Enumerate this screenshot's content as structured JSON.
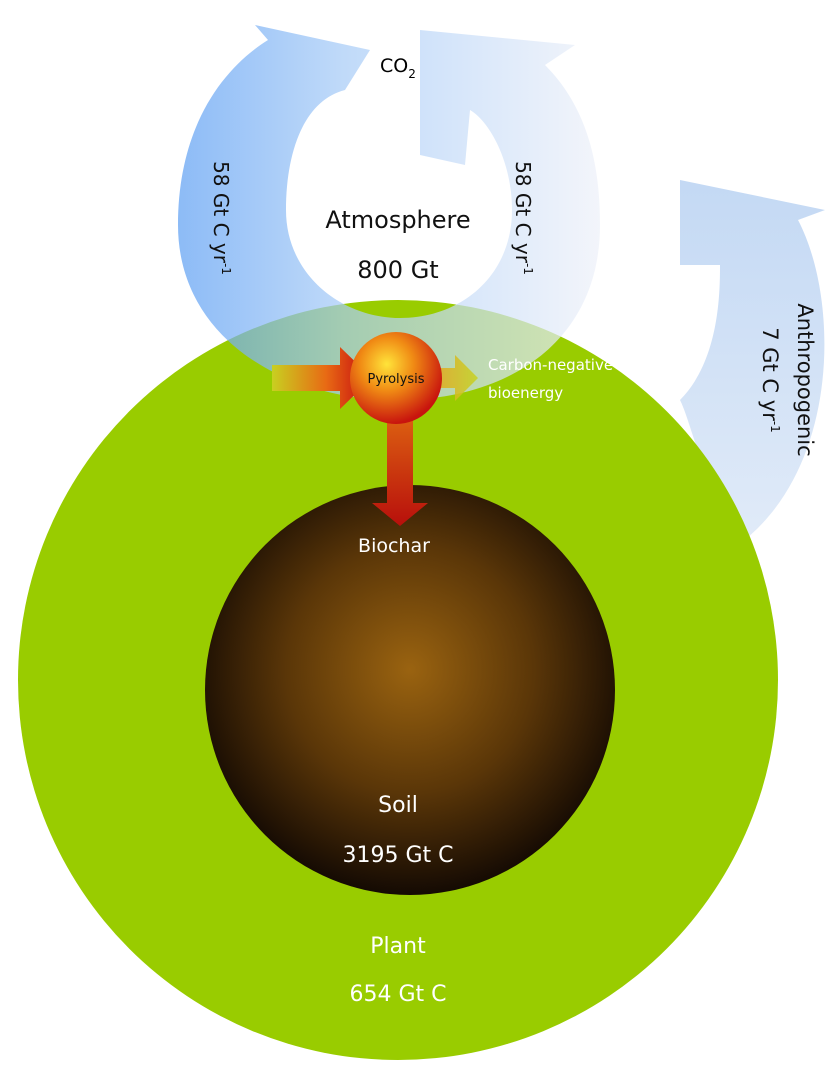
{
  "atmosphere": {
    "name": "Atmosphere",
    "amount": "800 Gt",
    "gas": "CO",
    "gas_subscript": "2"
  },
  "flux_left": {
    "value": "58 Gt C yr",
    "exponent": "-1"
  },
  "flux_right": {
    "value": "58 Gt C yr",
    "exponent": "-1"
  },
  "anthropogenic": {
    "label": "Anthropogenic",
    "value": "7 Gt C yr",
    "exponent": "-1"
  },
  "pyrolysis": {
    "label": "Pyrolysis"
  },
  "bioenergy": {
    "line1": "Carbon-negative",
    "line2": "bioenergy"
  },
  "biochar": {
    "label": "Biochar"
  },
  "soil": {
    "name": "Soil",
    "amount": "3195 Gt C"
  },
  "plant": {
    "name": "Plant",
    "amount": "654 Gt C"
  },
  "colors": {
    "plant": "#99cc00",
    "soil_center": "#9a6310",
    "soil_edge": "#1a0c04",
    "cycle_left": "#6aaaf5",
    "cycle_right": "#dfe7f4",
    "anthropogenic": "#c9dbf2",
    "pyrolysis": "#e8301a"
  }
}
